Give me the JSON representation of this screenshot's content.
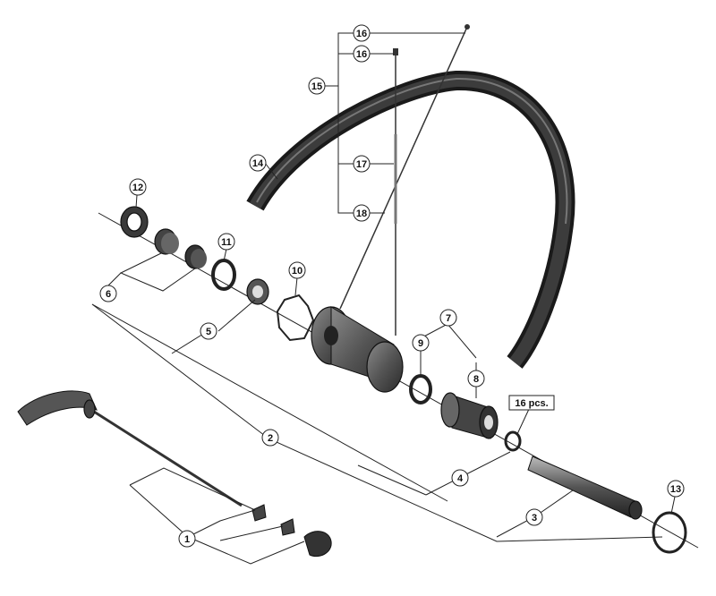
{
  "callouts": {
    "c1": "1",
    "c2": "2",
    "c3": "3",
    "c4": "4",
    "c5": "5",
    "c6": "6",
    "c7": "7",
    "c8": "8",
    "c9": "9",
    "c10": "10",
    "c11": "11",
    "c12": "12",
    "c13": "13",
    "c14": "14",
    "c15": "15",
    "c16a": "16",
    "c16b": "16",
    "c17": "17",
    "c18": "18"
  },
  "spoke_note": "16 pcs."
}
